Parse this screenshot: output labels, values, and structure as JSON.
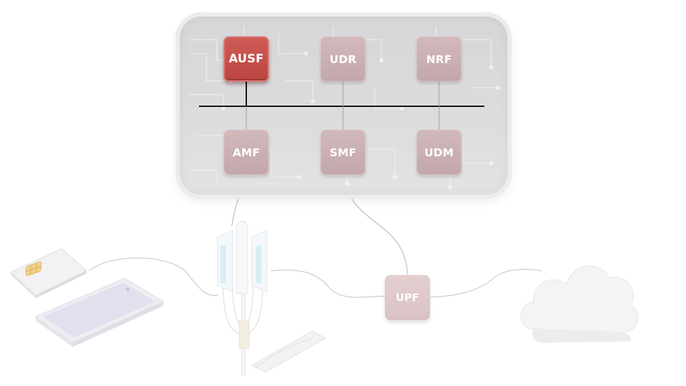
{
  "network_functions": {
    "ausf": "AUSF",
    "udr": "UDR",
    "nrf": "NRF",
    "amf": "AMF",
    "smf": "SMF",
    "udm": "UDM",
    "upf": "UPF"
  },
  "colors": {
    "active_function": "#c24a45",
    "inactive_function": "#c9aeb0",
    "core_panel": "#dadadc",
    "bus_line": "#111111",
    "link_line": "#c8c8c8"
  }
}
